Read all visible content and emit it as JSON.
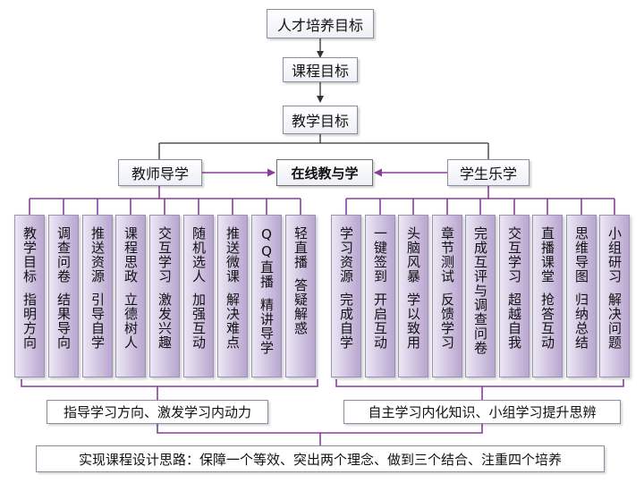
{
  "nodes": {
    "goal_talent": "人才培养目标",
    "goal_course": "课程目标",
    "goal_teaching": "教学目标",
    "teacher": "教师导学",
    "center": "在线教与学",
    "student": "学生乐学"
  },
  "teacher_boxes": [
    {
      "top": "教学目标",
      "bottom": "指明方向"
    },
    {
      "top": "调查问卷",
      "bottom": "结果导向"
    },
    {
      "top": "推送资源",
      "bottom": "引导自学"
    },
    {
      "top": "课程思政",
      "bottom": "立德树人"
    },
    {
      "top": "交互学习",
      "bottom": "激发兴趣"
    },
    {
      "top": "随机选人",
      "bottom": "加强互动"
    },
    {
      "top": "推送微课",
      "bottom": "解决难点"
    },
    {
      "top": "QQ直播",
      "bottom": "精讲导学"
    },
    {
      "top": "轻直播",
      "bottom": "答疑解惑"
    }
  ],
  "student_boxes": [
    {
      "top": "学习资源",
      "bottom": "完成自学"
    },
    {
      "top": "一键签到",
      "bottom": "开启互动"
    },
    {
      "top": "头脑风暴",
      "bottom": "学以致用"
    },
    {
      "top": "章节测试",
      "bottom": "反馈学习"
    },
    {
      "top": "完成互评与调查问卷",
      "bottom": ""
    },
    {
      "top": "交互学习",
      "bottom": "超越自我"
    },
    {
      "top": "直播课堂",
      "bottom": "抢答互动"
    },
    {
      "top": "思维导图",
      "bottom": "归纳总结"
    },
    {
      "top": "小组研习",
      "bottom": "解决问题"
    }
  ],
  "summary_left": "指导学习方向、激发学习内动力",
  "summary_right": "自主学习内化知识、小组学习提升思辨",
  "final": "实现课程设计思路：保障一个等效、突出两个理念、做到三个结合、注重四个培养",
  "colors": {
    "purple_line": "#8a3d9e",
    "dark_line": "#333333"
  }
}
